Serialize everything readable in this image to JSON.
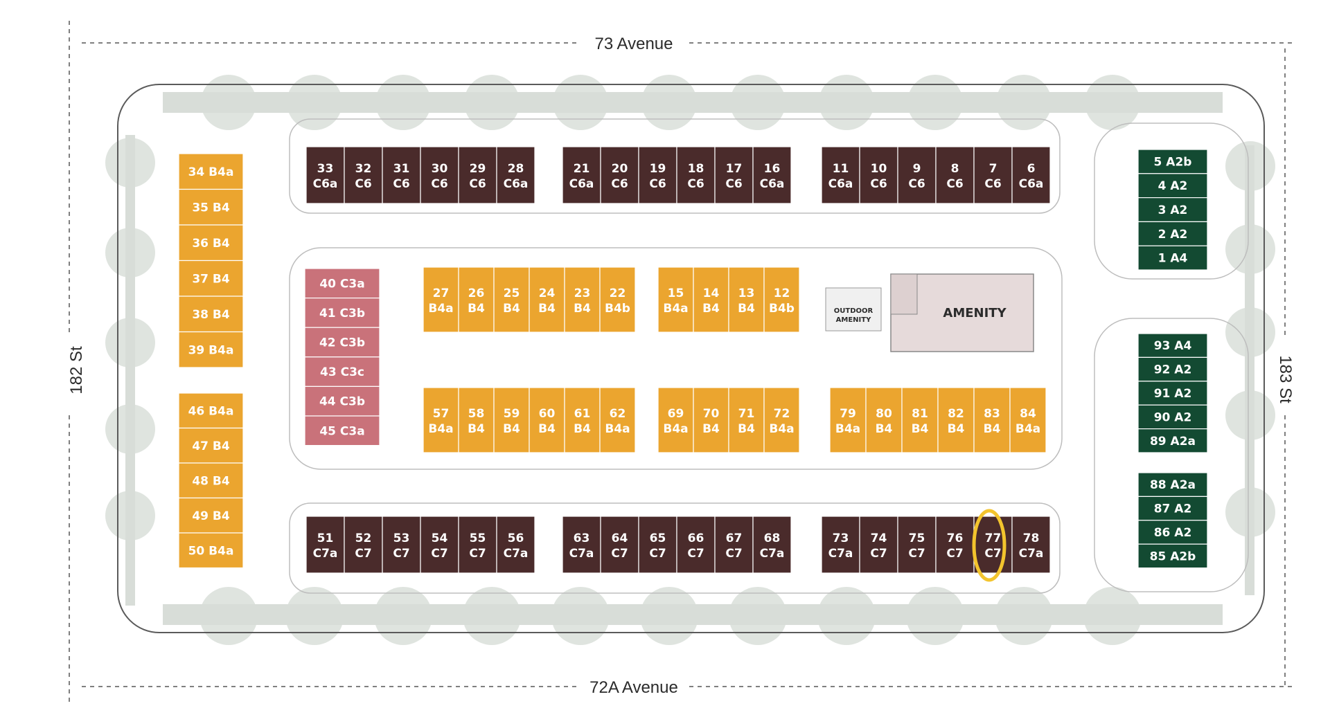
{
  "streets": {
    "north": "73 Avenue",
    "south": "72A Avenue",
    "west": "182 St",
    "east": "183 St"
  },
  "amenity": {
    "main": "AMENITY",
    "outdoor_line1": "OUTDOOR",
    "outdoor_line2": "AMENITY"
  },
  "colors": {
    "brown": "#4a2b2b",
    "orange": "#eba52f",
    "pink": "#c9727a",
    "green": "#134a32",
    "highlight": "#f3c42d",
    "tree": "#dfe4df",
    "path": "#d8ddd8",
    "amenity": "#e6dada"
  },
  "highlighted_unit": "77",
  "blocks": [
    {
      "id": "north-row-1",
      "orientation": "row",
      "style": "brown",
      "units": [
        [
          "33",
          "C6a"
        ],
        [
          "32",
          "C6"
        ],
        [
          "31",
          "C6"
        ],
        [
          "30",
          "C6"
        ],
        [
          "29",
          "C6"
        ],
        [
          "28",
          "C6a"
        ]
      ]
    },
    {
      "id": "north-row-2",
      "orientation": "row",
      "style": "brown",
      "units": [
        [
          "21",
          "C6a"
        ],
        [
          "20",
          "C6"
        ],
        [
          "19",
          "C6"
        ],
        [
          "18",
          "C6"
        ],
        [
          "17",
          "C6"
        ],
        [
          "16",
          "C6a"
        ]
      ]
    },
    {
      "id": "north-row-3",
      "orientation": "row",
      "style": "brown",
      "units": [
        [
          "11",
          "C6a"
        ],
        [
          "10",
          "C6"
        ],
        [
          "9",
          "C6"
        ],
        [
          "8",
          "C6"
        ],
        [
          "7",
          "C6"
        ],
        [
          "6",
          "C6a"
        ]
      ]
    },
    {
      "id": "mid-north-1",
      "orientation": "row",
      "style": "orange",
      "units": [
        [
          "27",
          "B4a"
        ],
        [
          "26",
          "B4"
        ],
        [
          "25",
          "B4"
        ],
        [
          "24",
          "B4"
        ],
        [
          "23",
          "B4"
        ],
        [
          "22",
          "B4b"
        ]
      ]
    },
    {
      "id": "mid-north-2",
      "orientation": "row",
      "style": "orange",
      "units": [
        [
          "15",
          "B4a"
        ],
        [
          "14",
          "B4"
        ],
        [
          "13",
          "B4"
        ],
        [
          "12",
          "B4b"
        ]
      ]
    },
    {
      "id": "mid-south-1",
      "orientation": "row",
      "style": "orange",
      "units": [
        [
          "57",
          "B4a"
        ],
        [
          "58",
          "B4"
        ],
        [
          "59",
          "B4"
        ],
        [
          "60",
          "B4"
        ],
        [
          "61",
          "B4"
        ],
        [
          "62",
          "B4a"
        ]
      ]
    },
    {
      "id": "mid-south-2",
      "orientation": "row",
      "style": "orange",
      "units": [
        [
          "69",
          "B4a"
        ],
        [
          "70",
          "B4"
        ],
        [
          "71",
          "B4"
        ],
        [
          "72",
          "B4a"
        ]
      ]
    },
    {
      "id": "mid-south-3",
      "orientation": "row",
      "style": "orange",
      "units": [
        [
          "79",
          "B4a"
        ],
        [
          "80",
          "B4"
        ],
        [
          "81",
          "B4"
        ],
        [
          "82",
          "B4"
        ],
        [
          "83",
          "B4"
        ],
        [
          "84",
          "B4a"
        ]
      ]
    },
    {
      "id": "south-row-1",
      "orientation": "row",
      "style": "brown",
      "units": [
        [
          "51",
          "C7a"
        ],
        [
          "52",
          "C7"
        ],
        [
          "53",
          "C7"
        ],
        [
          "54",
          "C7"
        ],
        [
          "55",
          "C7"
        ],
        [
          "56",
          "C7a"
        ]
      ]
    },
    {
      "id": "south-row-2",
      "orientation": "row",
      "style": "brown",
      "units": [
        [
          "63",
          "C7a"
        ],
        [
          "64",
          "C7"
        ],
        [
          "65",
          "C7"
        ],
        [
          "66",
          "C7"
        ],
        [
          "67",
          "C7"
        ],
        [
          "68",
          "C7a"
        ]
      ]
    },
    {
      "id": "south-row-3",
      "orientation": "row",
      "style": "brown",
      "units": [
        [
          "73",
          "C7a"
        ],
        [
          "74",
          "C7"
        ],
        [
          "75",
          "C7"
        ],
        [
          "76",
          "C7"
        ],
        [
          "77",
          "C7"
        ],
        [
          "78",
          "C7a"
        ]
      ]
    },
    {
      "id": "west-col-1",
      "orientation": "col",
      "style": "orange",
      "units": [
        [
          "34",
          "B4a"
        ],
        [
          "35",
          "B4"
        ],
        [
          "36",
          "B4"
        ],
        [
          "37",
          "B4"
        ],
        [
          "38",
          "B4"
        ],
        [
          "39",
          "B4a"
        ]
      ]
    },
    {
      "id": "west-col-2",
      "orientation": "col",
      "style": "orange",
      "units": [
        [
          "46",
          "B4a"
        ],
        [
          "47",
          "B4"
        ],
        [
          "48",
          "B4"
        ],
        [
          "49",
          "B4"
        ],
        [
          "50",
          "B4a"
        ]
      ]
    },
    {
      "id": "pink-col",
      "orientation": "col",
      "style": "pink",
      "units": [
        [
          "40",
          "C3a"
        ],
        [
          "41",
          "C3b"
        ],
        [
          "42",
          "C3b"
        ],
        [
          "43",
          "C3c"
        ],
        [
          "44",
          "C3b"
        ],
        [
          "45",
          "C3a"
        ]
      ]
    },
    {
      "id": "east-col-1",
      "orientation": "col",
      "style": "green",
      "units": [
        [
          "5",
          "A2b"
        ],
        [
          "4",
          "A2"
        ],
        [
          "3",
          "A2"
        ],
        [
          "2",
          "A2"
        ],
        [
          "1",
          "A4"
        ]
      ]
    },
    {
      "id": "east-col-2",
      "orientation": "col",
      "style": "green",
      "units": [
        [
          "93",
          "A4"
        ],
        [
          "92",
          "A2"
        ],
        [
          "91",
          "A2"
        ],
        [
          "90",
          "A2"
        ],
        [
          "89",
          "A2a"
        ]
      ]
    },
    {
      "id": "east-col-3",
      "orientation": "col",
      "style": "green",
      "units": [
        [
          "88",
          "A2a"
        ],
        [
          "87",
          "A2"
        ],
        [
          "86",
          "A2"
        ],
        [
          "85",
          "A2b"
        ]
      ]
    }
  ]
}
